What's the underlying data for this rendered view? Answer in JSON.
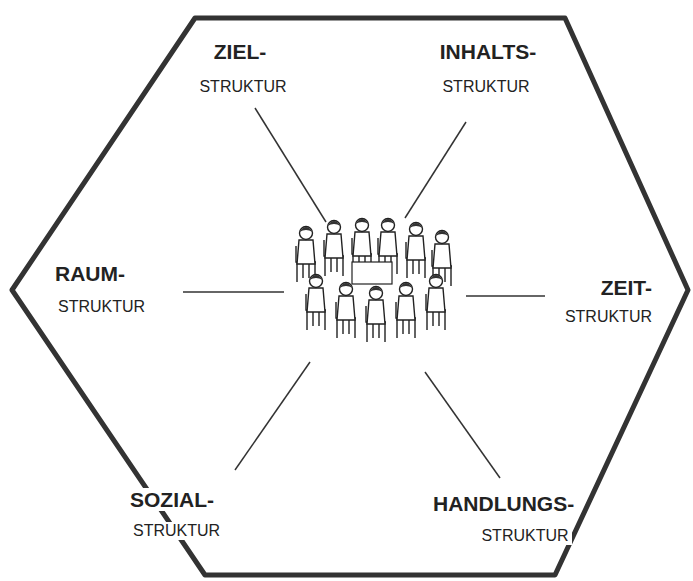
{
  "diagram": {
    "labels": [
      "ZIEL-",
      "STRUKTUR",
      "INHALTS-",
      "STRUKTUR",
      "RAUM-",
      "STRUKTUR",
      "ZEIT-",
      "STRUKTUR",
      "SOZIAL-",
      "STRUKTUR",
      "HANDLUNGS-",
      "STRUKTUR"
    ]
  }
}
